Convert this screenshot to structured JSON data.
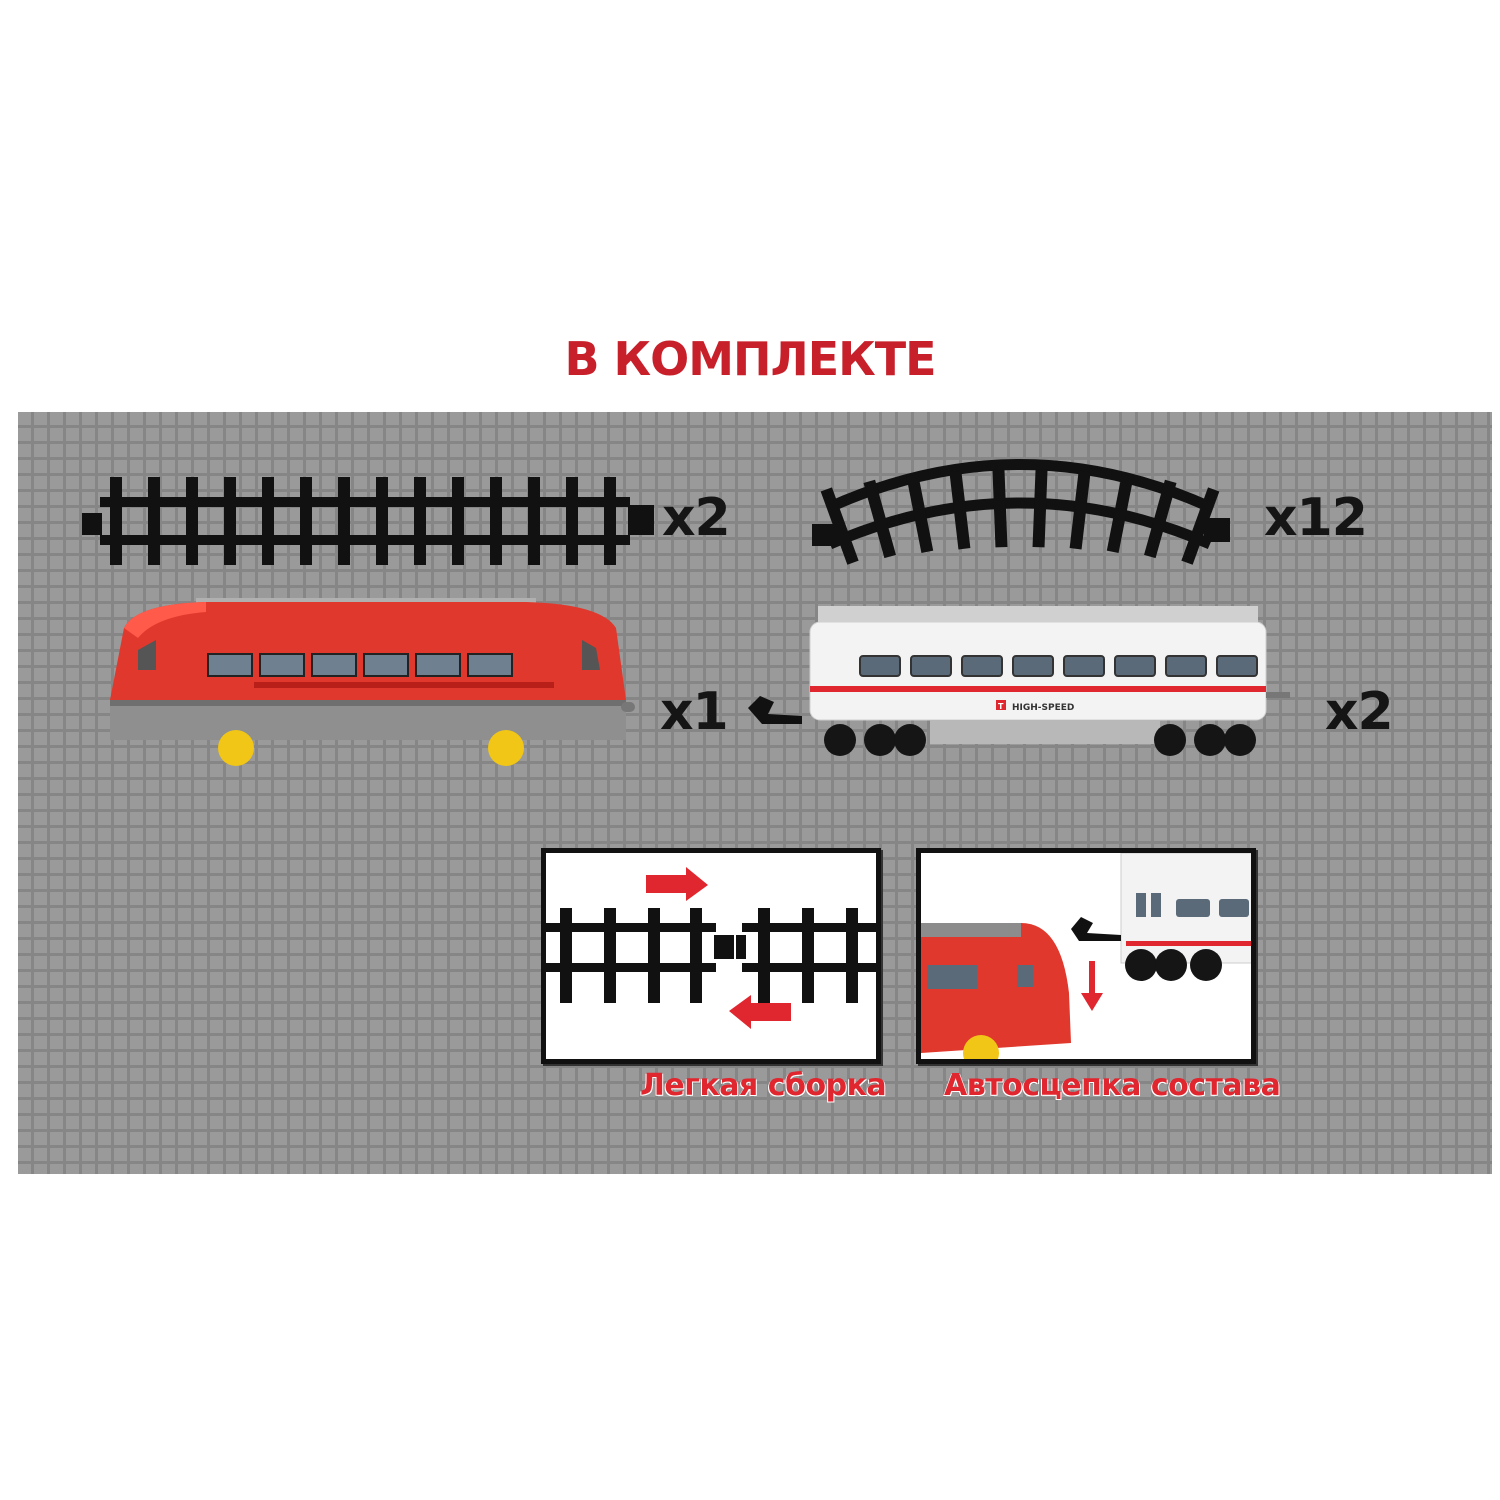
{
  "title": "В КОМПЛЕКТЕ",
  "items": {
    "straight_track": {
      "qty": "x2",
      "icon": "straight-rail-icon"
    },
    "curved_track": {
      "qty": "x12",
      "icon": "curved-rail-icon"
    },
    "locomotive": {
      "qty": "x1",
      "icon": "red-locomotive-icon",
      "color": "#e0382c"
    },
    "passenger_car": {
      "qty": "x2",
      "icon": "white-passenger-car-icon",
      "label": "HIGH-SPEED",
      "badge": "T"
    }
  },
  "features": [
    {
      "caption": "Легкая сборка",
      "icon": "track-assembly-icon"
    },
    {
      "caption": "Автосцепка состава",
      "icon": "auto-coupling-icon"
    }
  ],
  "colors": {
    "accent_red": "#e0262e",
    "title_red": "#c8202a",
    "panel_gray": "#9a9a9a",
    "rail_black": "#111111"
  }
}
